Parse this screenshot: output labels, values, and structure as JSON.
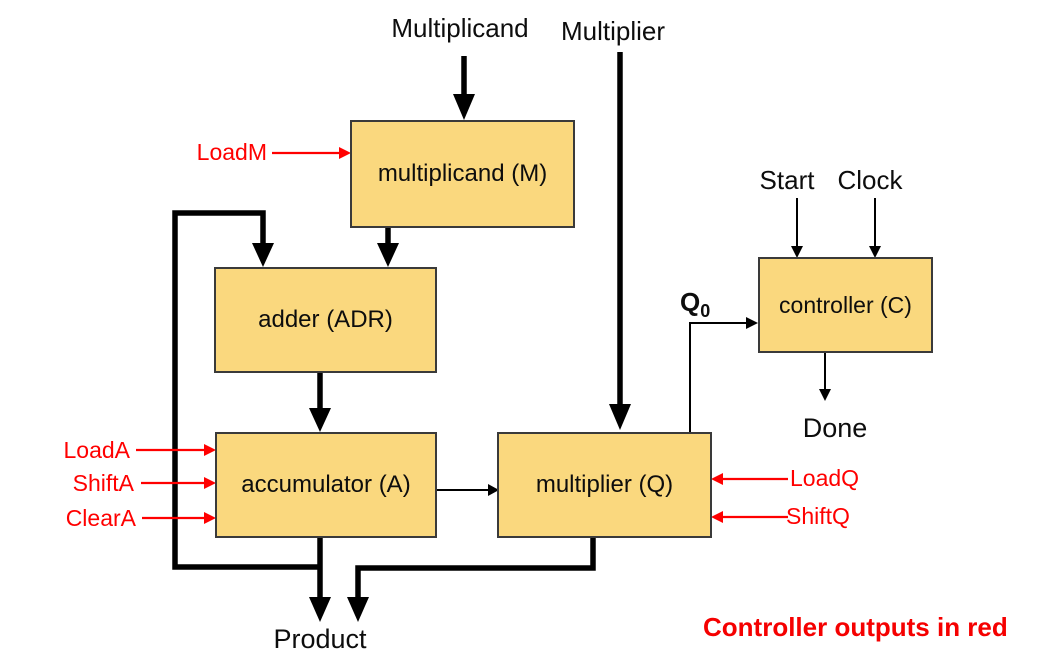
{
  "blocks": {
    "multiplicand": "multiplicand (M)",
    "adder": "adder (ADR)",
    "accumulator": "accumulator (A)",
    "multiplier": "multiplier (Q)",
    "controller": "controller (C)"
  },
  "ports": {
    "multiplicand_in": "Multiplicand",
    "multiplier_in": "Multiplier",
    "start": "Start",
    "clock": "Clock",
    "done": "Done",
    "product": "Product"
  },
  "control_signals": {
    "loadM": "LoadM",
    "loadA": "LoadA",
    "shiftA": "ShiftA",
    "clearA": "ClearA",
    "loadQ": "LoadQ",
    "shiftQ": "ShiftQ"
  },
  "q0": {
    "base": "Q",
    "sub": "0"
  },
  "note": "Controller outputs in red",
  "colors": {
    "block_fill": "#FAD87E",
    "block_border": "#3A3A3A",
    "control_red": "#FF0000",
    "wire_black": "#000000",
    "background": "#FFFFFF"
  }
}
